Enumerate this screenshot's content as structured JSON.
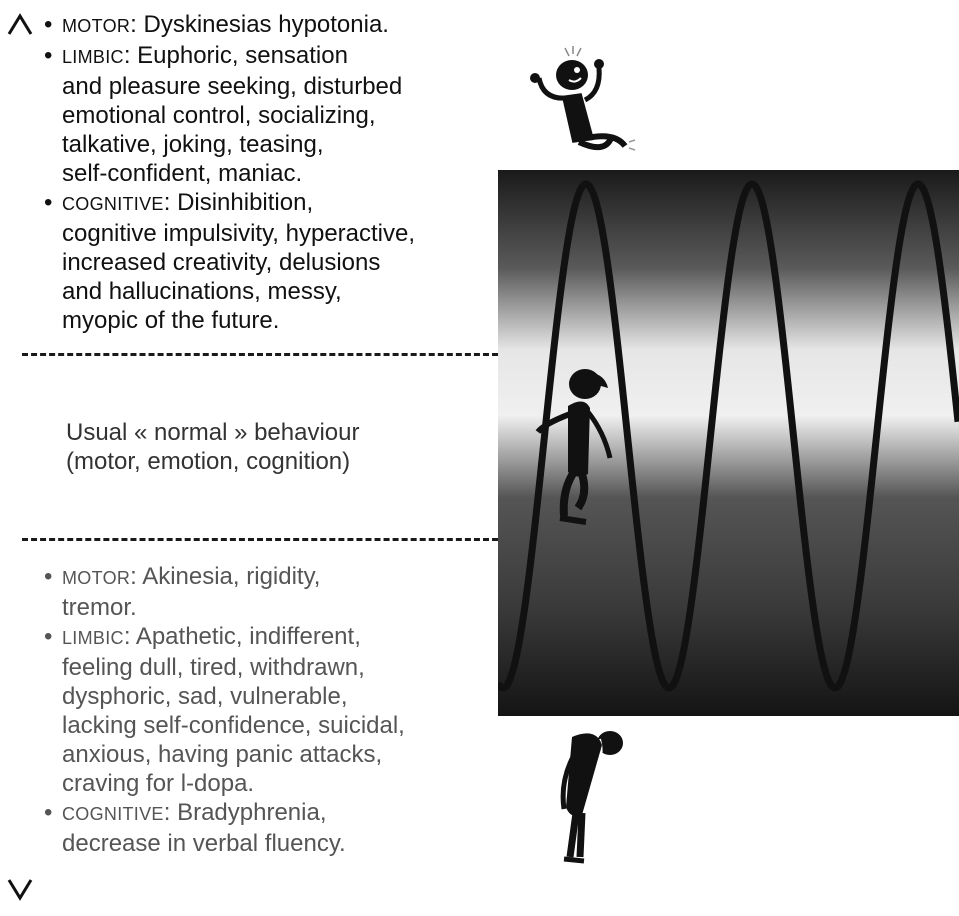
{
  "top_block": {
    "items": [
      {
        "category": "MOTOR",
        "sep": ": ",
        "lines": [
          "Dyskinesias hypotonia."
        ]
      },
      {
        "category": "LIMBIC",
        "sep": ": ",
        "lines": [
          "Euphoric, sensation",
          "and pleasure seeking, disturbed",
          "emotional control, socializing,",
          "talkative, joking, teasing,",
          "self-confident, maniac."
        ]
      },
      {
        "category": "COGNITIVE",
        "sep": ": ",
        "lines": [
          "Disinhibition,",
          "cognitive impulsivity, hyperactive,",
          "increased creativity, delusions",
          "and hallucinations, messy,",
          "myopic of the future."
        ]
      }
    ]
  },
  "normal_block": {
    "line1": "Usual « normal » behaviour",
    "line2": "(motor, emotion, cognition)"
  },
  "bottom_block": {
    "items": [
      {
        "category": "MOTOR",
        "sep": ": ",
        "lines": [
          "Akinesia, rigidity,",
          "tremor."
        ]
      },
      {
        "category": "LIMBIC",
        "sep": ": ",
        "lines": [
          "Apathetic, indifferent,",
          "feeling dull, tired, withdrawn,",
          "dysphoric, sad, vulnerable,",
          "lacking self-confidence, suicidal,",
          "anxious, having panic attacks,",
          "craving for l-dopa."
        ]
      },
      {
        "category": "COGNITIVE",
        "sep": ": ",
        "lines": [
          "Bradyphrenia,",
          "decrease in verbal fluency."
        ]
      }
    ]
  },
  "colors": {
    "top_text": "#111111",
    "bottom_text": "#555555",
    "wave": "#111111",
    "panel_dark": "#1a1a1a",
    "panel_light": "#e8e8e8"
  },
  "icons": [
    "excited-figure-icon",
    "walking-figure-icon",
    "slumped-figure-icon"
  ]
}
